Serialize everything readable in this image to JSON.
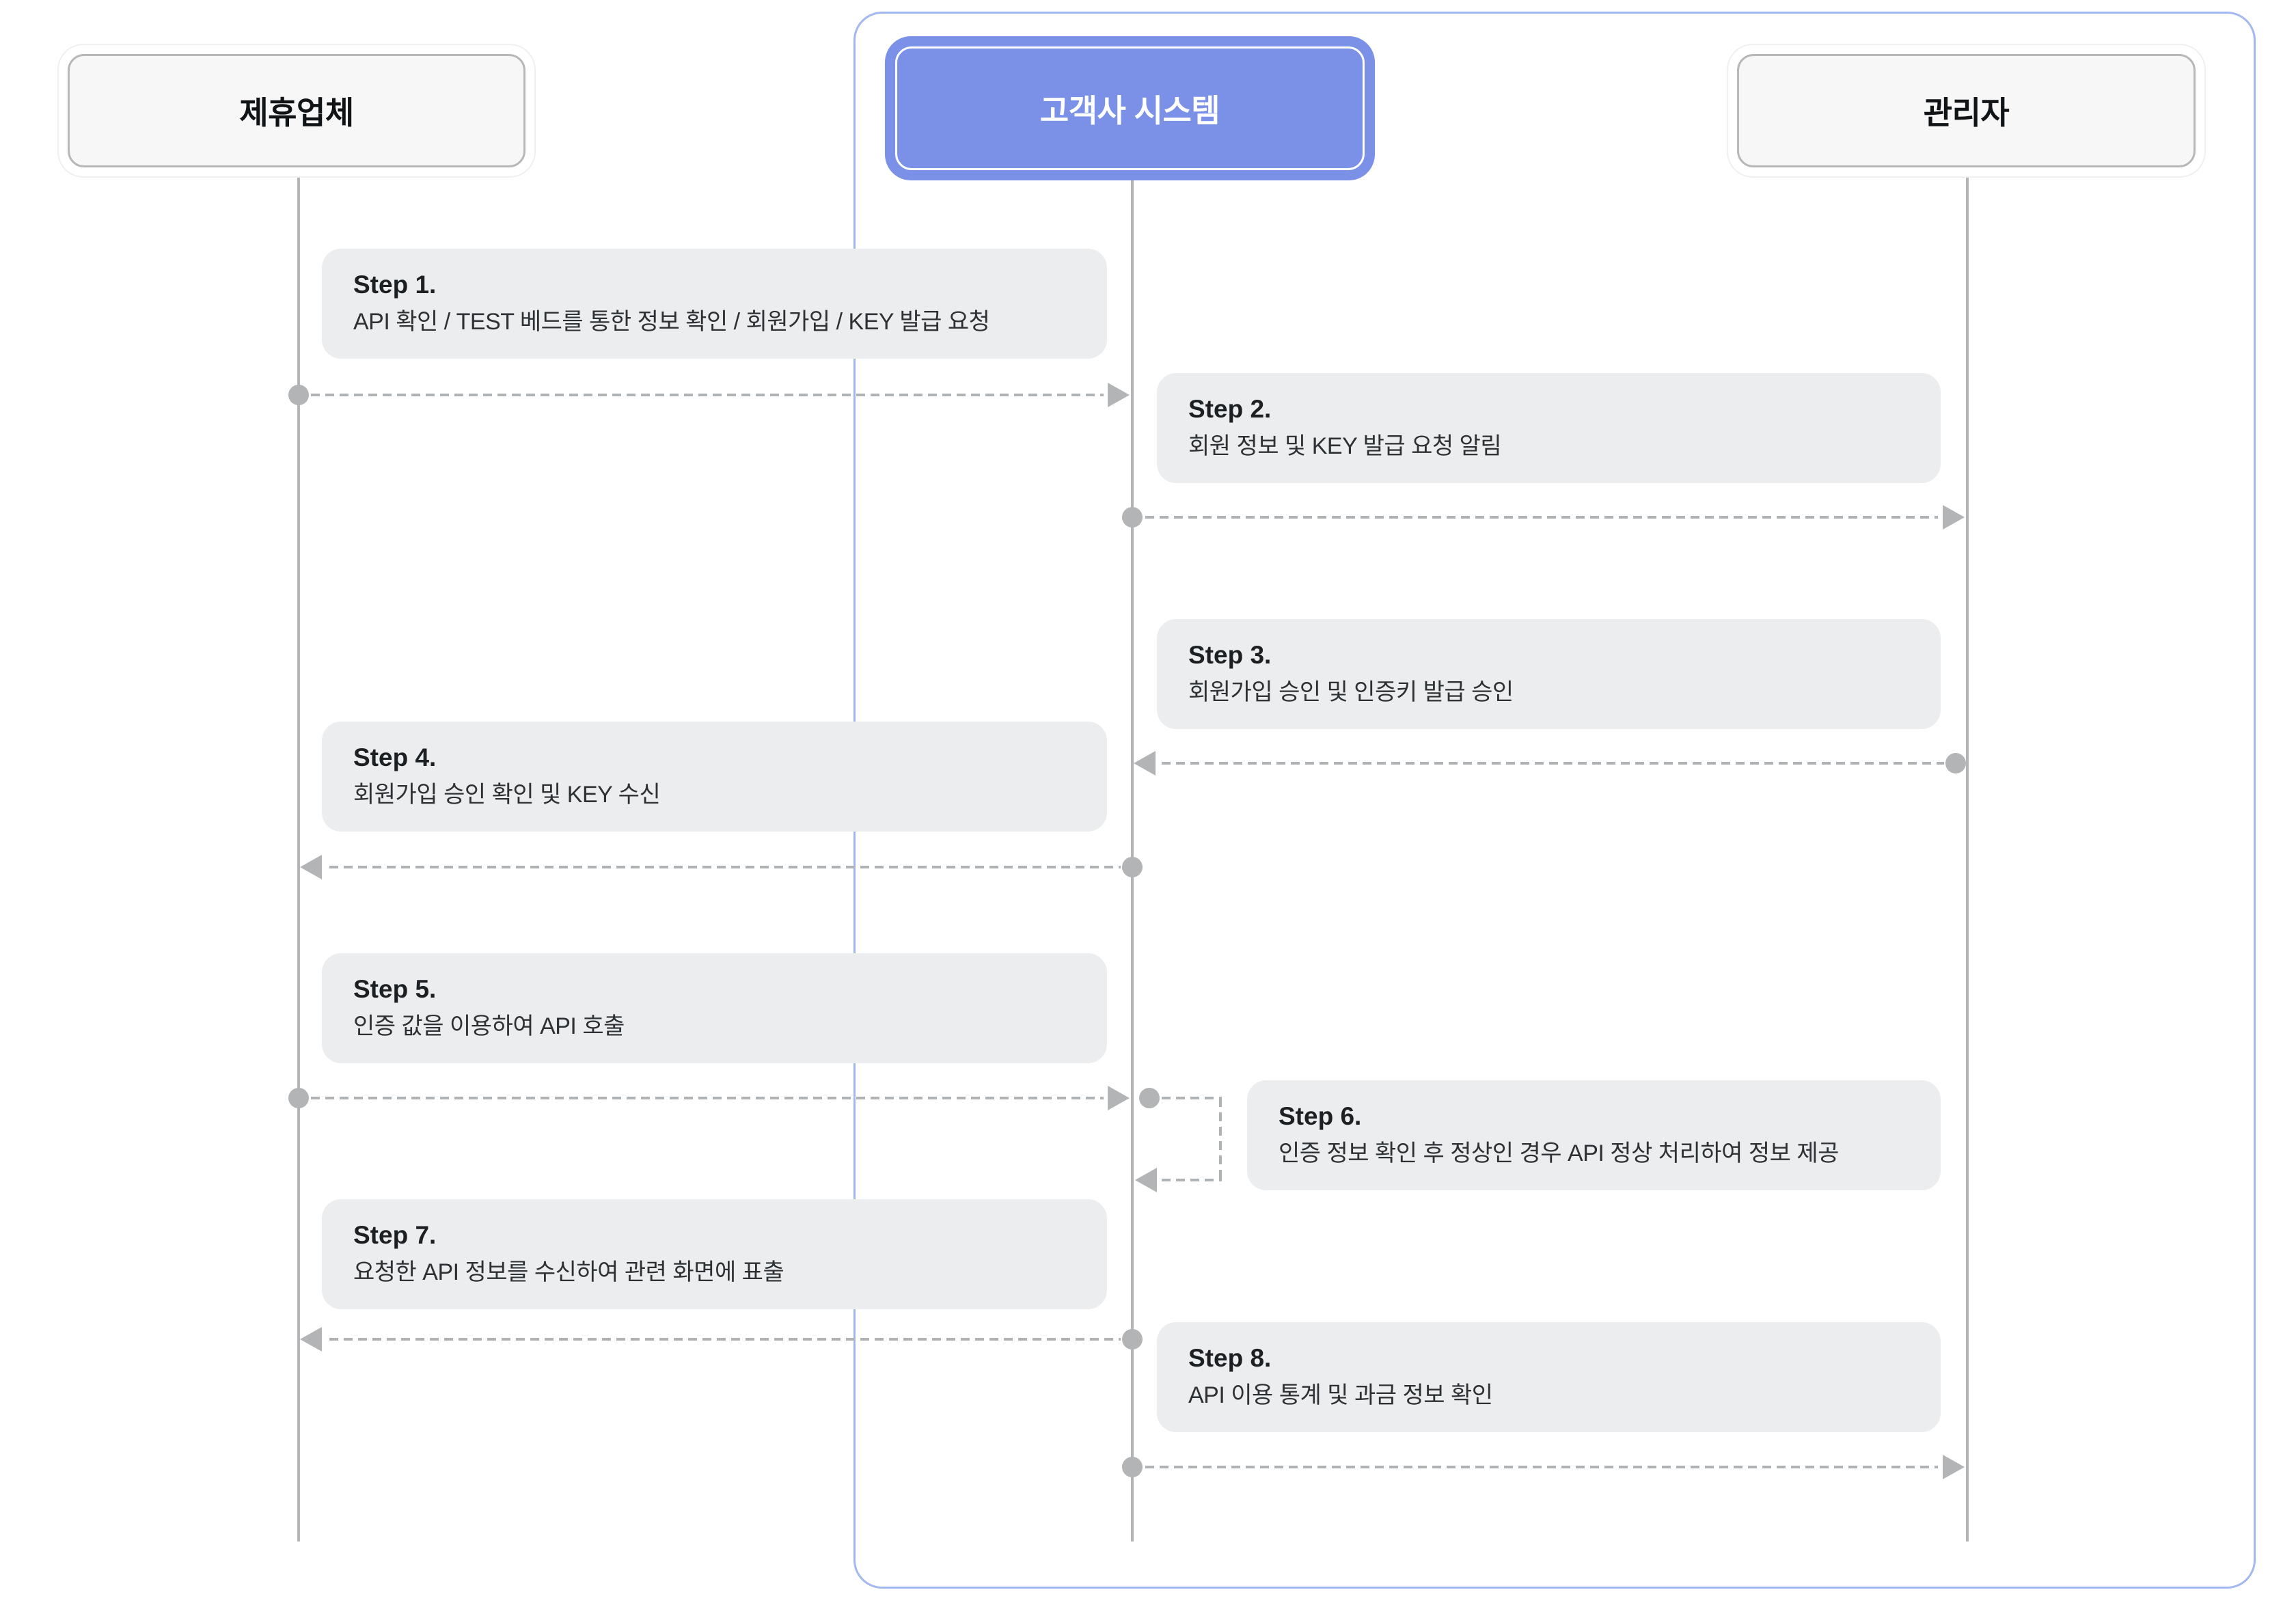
{
  "diagram": {
    "type": "sequence-diagram",
    "language": "ko"
  },
  "actors": [
    {
      "id": "partner",
      "label": "제휴업체",
      "variant": "default"
    },
    {
      "id": "customer-system",
      "label": "고객사 시스템",
      "variant": "primary"
    },
    {
      "id": "admin",
      "label": "관리자",
      "variant": "default"
    }
  ],
  "steps": [
    {
      "title": "Step 1.",
      "desc": "API 확인 / TEST 베드를 통한 정보 확인 / 회원가입 / KEY 발급 요청",
      "from": "partner",
      "to": "customer-system"
    },
    {
      "title": "Step 2.",
      "desc": "회원 정보 및 KEY 발급 요청 알림",
      "from": "customer-system",
      "to": "admin"
    },
    {
      "title": "Step 3.",
      "desc": "회원가입 승인 및 인증키 발급 승인",
      "from": "admin",
      "to": "customer-system"
    },
    {
      "title": "Step 4.",
      "desc": "회원가입 승인 확인 및 KEY 수신",
      "from": "customer-system",
      "to": "partner"
    },
    {
      "title": "Step 5.",
      "desc": "인증 값을 이용하여 API 호출",
      "from": "partner",
      "to": "customer-system"
    },
    {
      "title": "Step 6.",
      "desc": "인증 정보 확인 후 정상인 경우 API 정상 처리하여 정보 제공",
      "from": "customer-system",
      "to": "customer-system"
    },
    {
      "title": "Step 7.",
      "desc": "요청한 API 정보를 수신하여 관련 화면에 표출",
      "from": "customer-system",
      "to": "partner"
    },
    {
      "title": "Step 8.",
      "desc": "API 이용 통계 및 과금 정보 확인",
      "from": "customer-system",
      "to": "admin"
    }
  ],
  "colors": {
    "primary_blue": "#7b91e8",
    "scope_frame_border": "#a3b7f0",
    "step_card_bg": "#ebedef",
    "actor_default_bg": "#f7f7f8",
    "actor_default_border": "#b7b8ba",
    "line_gray": "#b2b4b6",
    "title_text": "#1d2023",
    "body_text": "#2e3134"
  }
}
